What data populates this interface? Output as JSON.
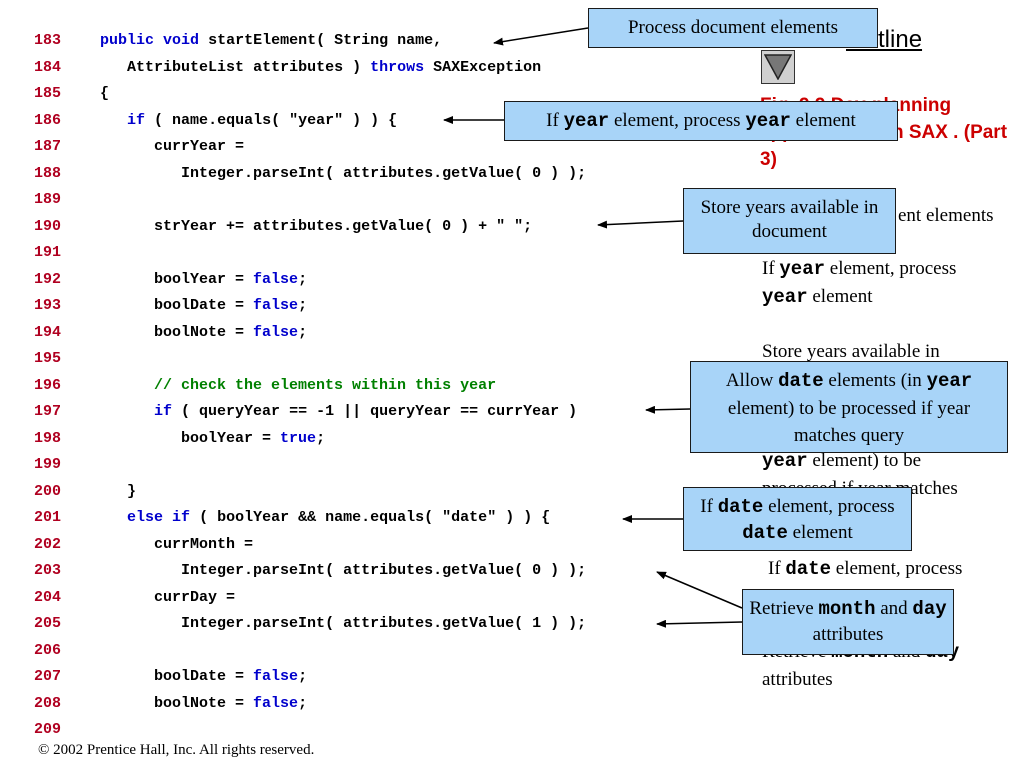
{
  "outline_title": "Outline",
  "fig_caption": "Fig. 9.9   Day-planning application with SAX . (Part 3)",
  "nav_button": {
    "icon": "triangle-down-icon"
  },
  "code_lines": [
    {
      "num": "183",
      "text": "public void startElement( String name,"
    },
    {
      "num": "184",
      "text": "   AttributeList attributes ) throws SAXException"
    },
    {
      "num": "185",
      "text": "{"
    },
    {
      "num": "186",
      "text": "   if ( name.equals( \"year\" ) ) {"
    },
    {
      "num": "187",
      "text": "      currYear ="
    },
    {
      "num": "188",
      "text": "         Integer.parseInt( attributes.getValue( 0 ) );"
    },
    {
      "num": "189",
      "text": ""
    },
    {
      "num": "190",
      "text": "      strYear += attributes.getValue( 0 ) + \" \";"
    },
    {
      "num": "191",
      "text": ""
    },
    {
      "num": "192",
      "text": "      boolYear = false;"
    },
    {
      "num": "193",
      "text": "      boolDate = false;"
    },
    {
      "num": "194",
      "text": "      boolNote = false;"
    },
    {
      "num": "195",
      "text": ""
    },
    {
      "num": "196",
      "text": "      // check the elements within this year"
    },
    {
      "num": "197",
      "text": "      if ( queryYear == -1 || queryYear == currYear )"
    },
    {
      "num": "198",
      "text": "         boolYear = true;"
    },
    {
      "num": "199",
      "text": ""
    },
    {
      "num": "200",
      "text": "   }"
    },
    {
      "num": "201",
      "text": "   else if ( boolYear && name.equals( \"date\" ) ) {"
    },
    {
      "num": "202",
      "text": "      currMonth ="
    },
    {
      "num": "203",
      "text": "         Integer.parseInt( attributes.getValue( 0 ) );"
    },
    {
      "num": "204",
      "text": "      currDay ="
    },
    {
      "num": "205",
      "text": "         Integer.parseInt( attributes.getValue( 1 ) );"
    },
    {
      "num": "206",
      "text": ""
    },
    {
      "num": "207",
      "text": "      boolDate = false;"
    },
    {
      "num": "208",
      "text": "      boolNote = false;"
    },
    {
      "num": "209",
      "text": ""
    }
  ],
  "keywords": [
    "public",
    "void",
    "throws",
    "if",
    "else",
    "false",
    "true"
  ],
  "callouts": {
    "c1": "Process document elements",
    "c2": {
      "a": "If ",
      "b": "year",
      "c": " element, process ",
      "d": "year",
      "e": " element"
    },
    "c3": "Store years available in document",
    "c4": {
      "a": "Allow ",
      "b": "date",
      "c": " elements (in ",
      "d": "year",
      "e": " element) to be processed if year matches query"
    },
    "c5": {
      "a": "If ",
      "b": "date",
      "c": " element, process ",
      "d": "date",
      "e": " element"
    },
    "c6": {
      "a": "Retrieve ",
      "b": "month",
      "c": " and ",
      "d": "day",
      "e": " attributes"
    }
  },
  "side_notes": {
    "n1": "ent elements",
    "n2": {
      "a": "If ",
      "b": "year",
      "c": " element, process",
      "d": "year",
      "e": " element"
    },
    "n3": "Store years available in",
    "n4": {
      "a": "year",
      "b": " element) to be",
      "c": "processed if year matches"
    },
    "n5": {
      "a": "If ",
      "b": "date",
      "c": " element, process"
    },
    "n6": {
      "a": "Retrieve ",
      "b": "month",
      "c": " and ",
      "d": "day",
      "e": "attributes"
    }
  },
  "footer": "© 2002 Prentice Hall, Inc.  All rights reserved."
}
